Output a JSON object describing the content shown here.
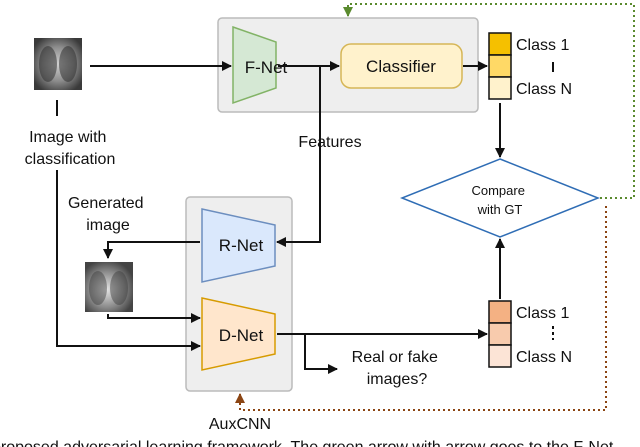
{
  "diagram": {
    "fnet_label": "F-Net",
    "classifier_label": "Classifier",
    "rnet_label": "R-Net",
    "dnet_label": "D-Net",
    "features_label": "Features",
    "generated_image_label": [
      "Generated",
      "image"
    ],
    "input_image_label": [
      "Image with",
      "classification"
    ],
    "compare_label": [
      "Compare",
      "with GT"
    ],
    "real_fake_label": [
      "Real or fake",
      "images?"
    ],
    "auxcnn_label": "AuxCNN",
    "top_output": {
      "first_class": "Class 1",
      "last_class": "Class N"
    },
    "bottom_output": {
      "first_class": "Class 1",
      "last_class": "Class N"
    },
    "caption_fragment": "proposed adversarial learning framework. The green arrow with arrow goes to the F-Net"
  },
  "colors": {
    "fnet_fill": "#d5e8d4",
    "fnet_stroke": "#82b366",
    "classifier_fill": "#fff2cc",
    "classifier_stroke": "#d6b656",
    "rnet_fill": "#dae8fc",
    "rnet_stroke": "#6c8ebf",
    "dnet_fill": "#ffe6cc",
    "dnet_stroke": "#d79b00",
    "group_fill": "#eeeeee",
    "group_stroke": "#bbbbbb",
    "compare_stroke": "#2f6db5",
    "green_feedback": "#5a8a2e",
    "brown_feedback": "#8b4513"
  }
}
